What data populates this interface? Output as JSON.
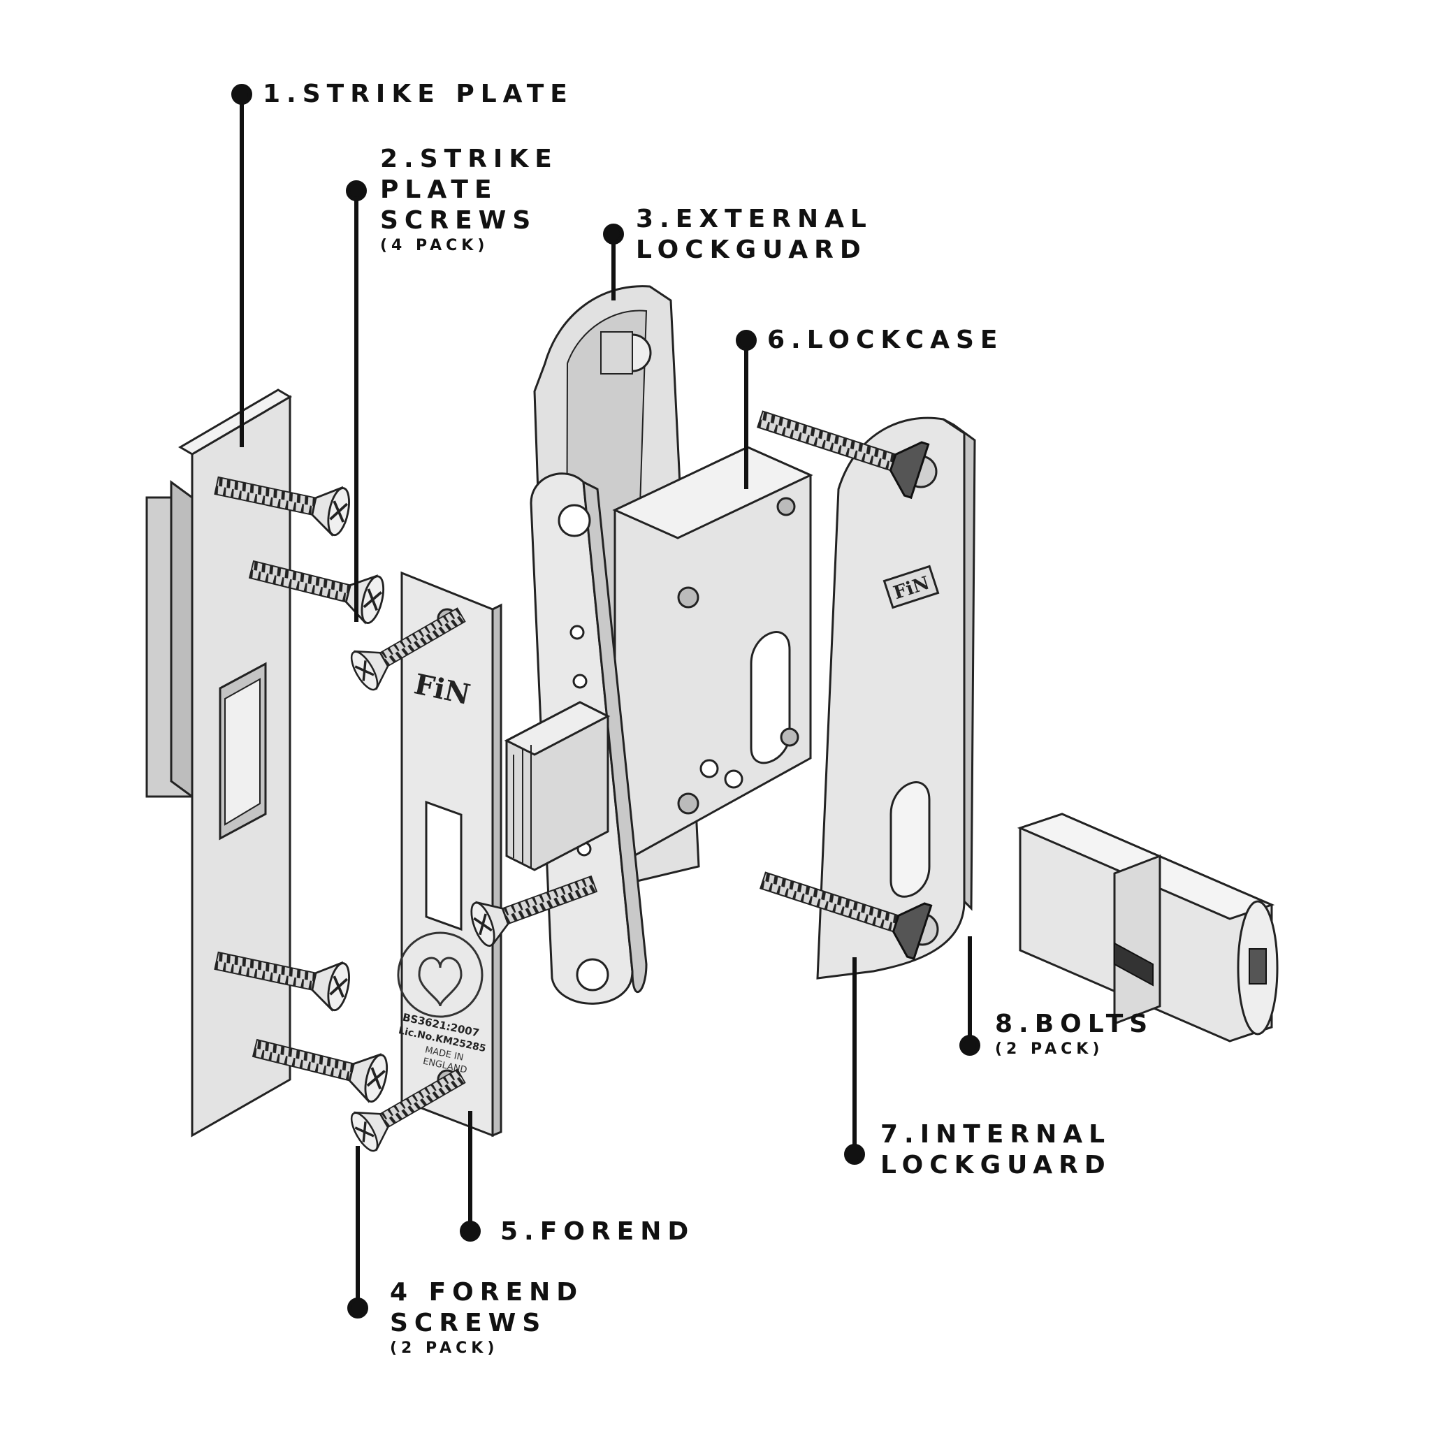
{
  "labels": {
    "strike_plate": {
      "lines": [
        "1.STRIKE PLATE"
      ],
      "sub": ""
    },
    "strike_plate_screws": {
      "lines": [
        "2.STRIKE",
        "PLATE",
        "SCREWS"
      ],
      "sub": "(4 PACK)"
    },
    "external_lockguard": {
      "lines": [
        "3.EXTERNAL",
        "LOCKGUARD"
      ],
      "sub": ""
    },
    "forend_screws": {
      "lines": [
        "4 FOREND",
        "SCREWS"
      ],
      "sub": "(2 PACK)"
    },
    "forend": {
      "lines": [
        "5.FOREND"
      ],
      "sub": ""
    },
    "lockcase": {
      "lines": [
        "6.LOCKCASE"
      ],
      "sub": ""
    },
    "internal_lockguard": {
      "lines": [
        "7.INTERNAL",
        "LOCKGUARD"
      ],
      "sub": ""
    },
    "bolts": {
      "lines": [
        "8.BOLTS"
      ],
      "sub": "(2 PACK)"
    }
  },
  "forend_markings": {
    "brand": "FiN",
    "standard": "BS3621:2007",
    "licence": "Lic.No.KM25285",
    "origin_line1": "MADE IN",
    "origin_line2": "ENGLAND"
  },
  "lockguard_brand": "FiN",
  "colors": {
    "ink": "#111111",
    "metal": "#e3e3e3",
    "metal_dark": "#c4c4c4",
    "background": "#ffffff"
  }
}
